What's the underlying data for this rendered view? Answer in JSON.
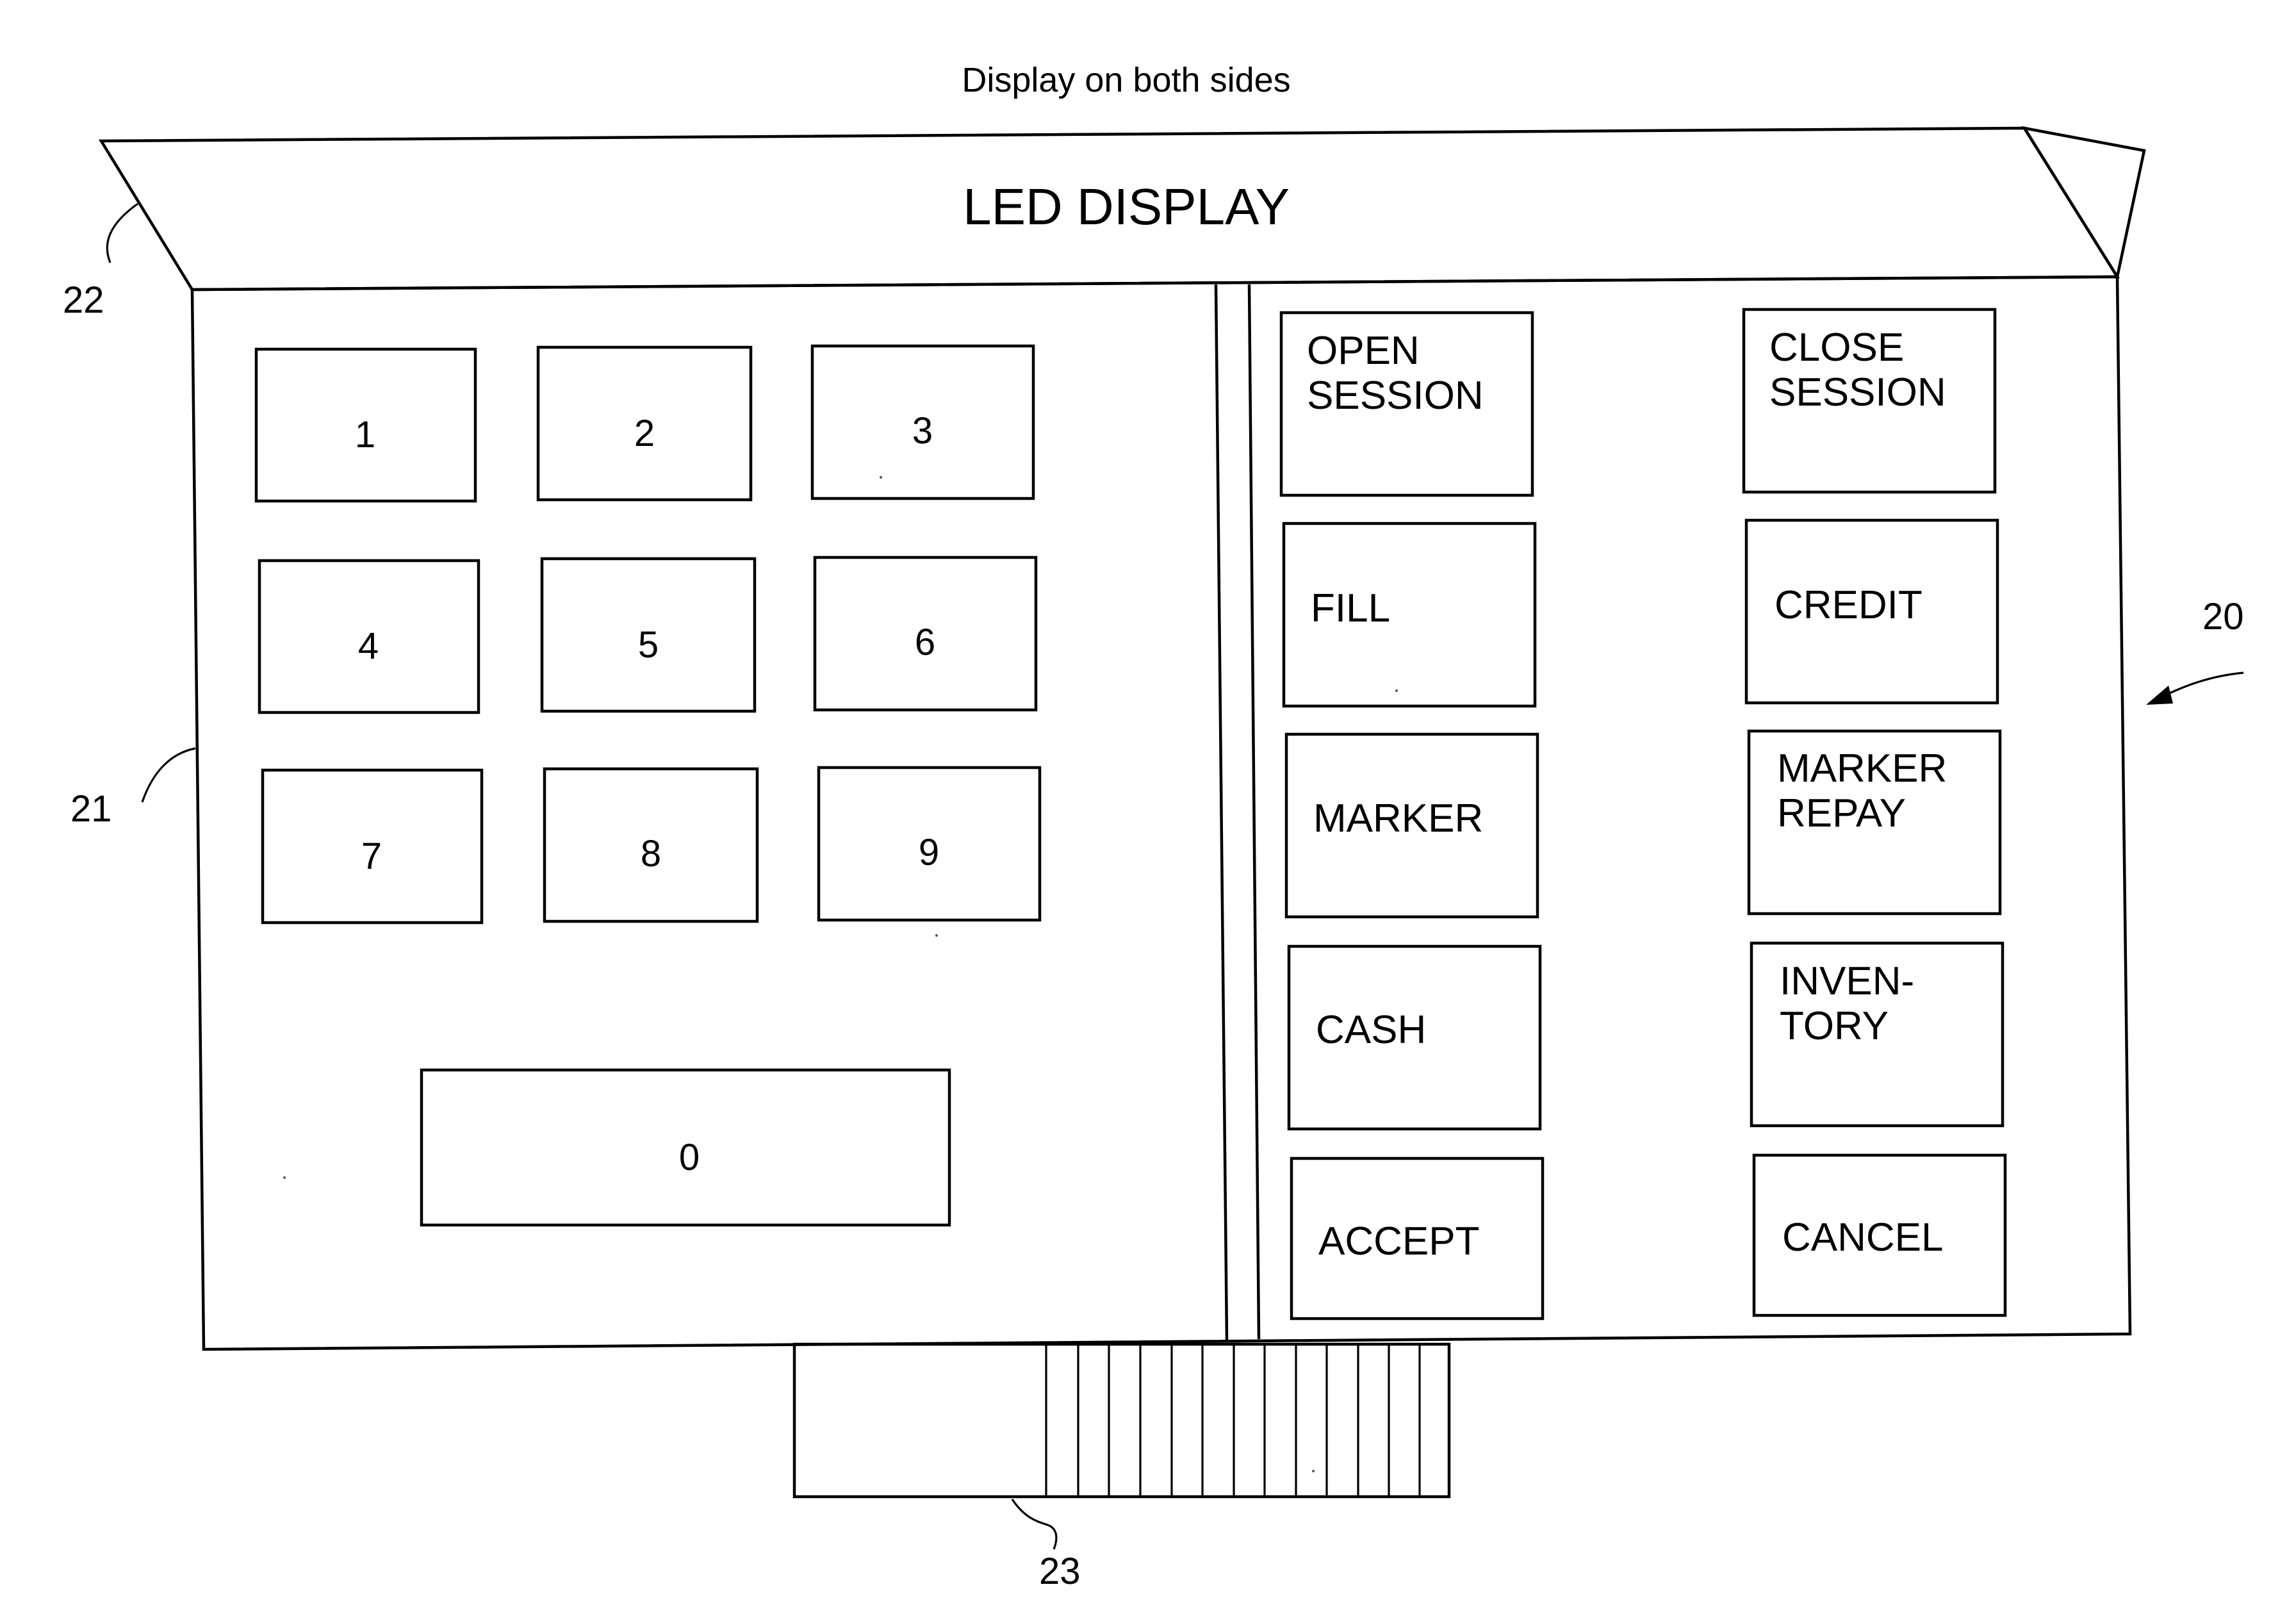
{
  "caption": "Display on both sides",
  "display_label": "LED DISPLAY",
  "keypad": {
    "digits": [
      "1",
      "2",
      "3",
      "4",
      "5",
      "6",
      "7",
      "8",
      "9"
    ],
    "zero": "0"
  },
  "function_keys": {
    "open_session": [
      "OPEN",
      "SESSION"
    ],
    "close_session": [
      "CLOSE",
      "SESSION"
    ],
    "fill": [
      "FILL"
    ],
    "credit": [
      "CREDIT"
    ],
    "marker": [
      "MARKER"
    ],
    "marker_repay": [
      "MARKER",
      "REPAY"
    ],
    "cash": [
      "CASH"
    ],
    "inventory": [
      "INVEN-",
      "TORY"
    ],
    "accept": [
      "ACCEPT"
    ],
    "cancel": [
      "CANCEL"
    ]
  },
  "reference_numerals": {
    "device": "20",
    "left_panel": "21",
    "display": "22",
    "connector": "23"
  }
}
